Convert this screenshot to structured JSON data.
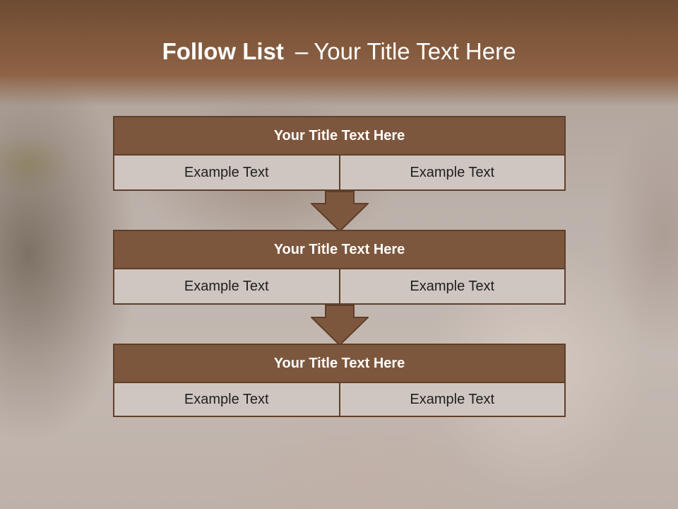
{
  "slide": {
    "title_bold": "Follow List",
    "title_dash": "–",
    "title_rest": "Your Title Text Here"
  },
  "steps": [
    {
      "title": "Your Title Text Here",
      "left": "Example Text",
      "right": "Example Text"
    },
    {
      "title": "Your Title Text Here",
      "left": "Example Text",
      "right": "Example Text"
    },
    {
      "title": "Your Title Text Here",
      "left": "Example Text",
      "right": "Example Text"
    }
  ],
  "colors": {
    "header_brown": "#7f573b",
    "box_brown": "#7d573d",
    "border_brown": "#5f3f2b",
    "cell_bg": "#cfc6c1"
  }
}
